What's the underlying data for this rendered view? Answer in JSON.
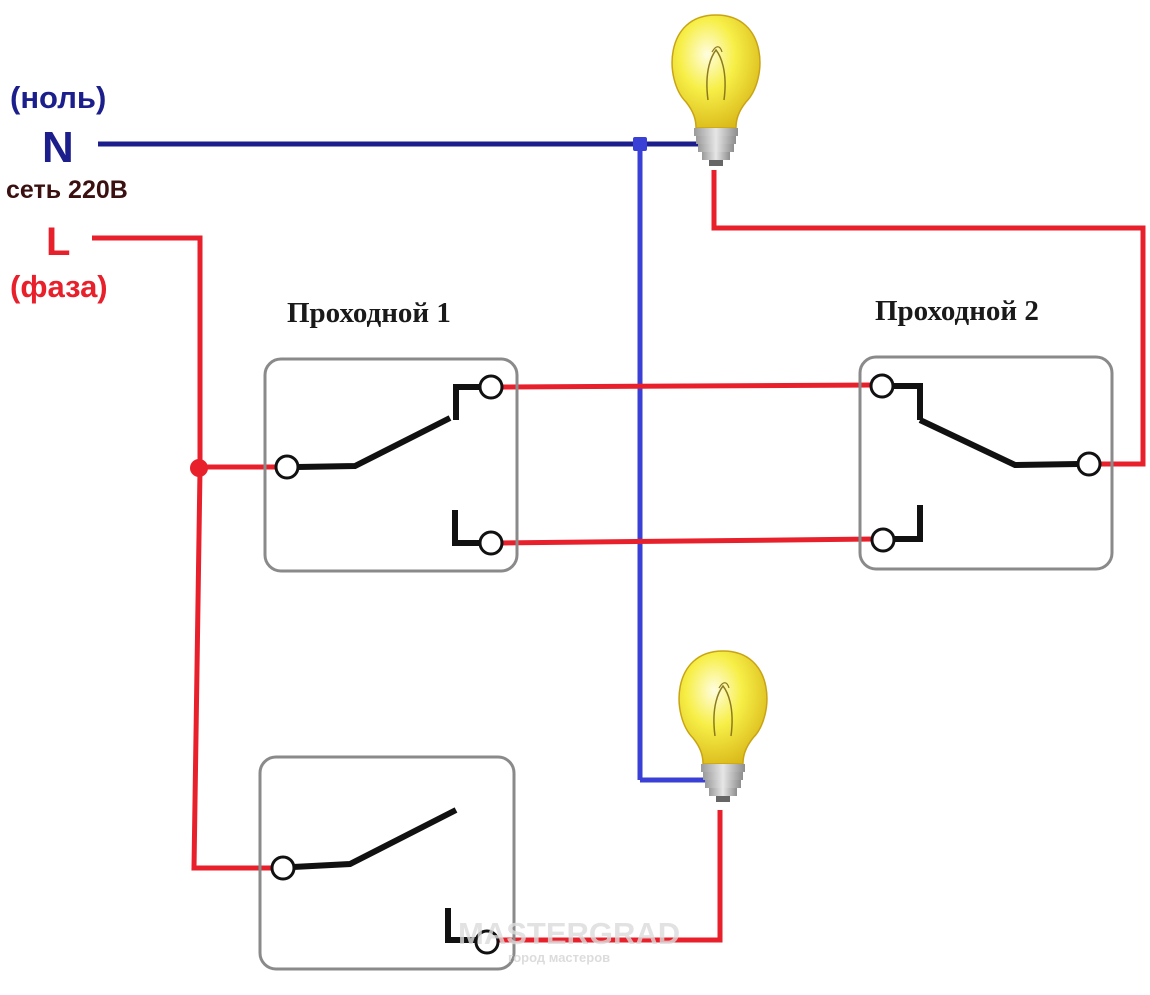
{
  "labels": {
    "neutral_note": "(ноль)",
    "neutral_letter": "N",
    "network": "сеть 220В",
    "phase_letter": "L",
    "phase_note": "(фаза)",
    "switch1_title": "Проходной 1",
    "switch2_title": "Проходной 2"
  },
  "watermark": {
    "name": "MASTERGRAD",
    "tagline": "город мастеров"
  },
  "colors": {
    "neutral_wire": "#1c1e8c",
    "neutral_drop": "#3a3fd6",
    "phase_wire": "#e8202b",
    "switch_frame": "#8a8a8a",
    "contact": "#111111",
    "bulb_glass": "#f5ec3c",
    "bulb_base": "#b9b9b9",
    "text_blue": "#1c1e8c",
    "text_red": "#e8202b",
    "text_dark": "#3a1010"
  },
  "icons": [
    "light-bulb-icon",
    "pass-through-switch-icon",
    "single-switch-icon"
  ]
}
